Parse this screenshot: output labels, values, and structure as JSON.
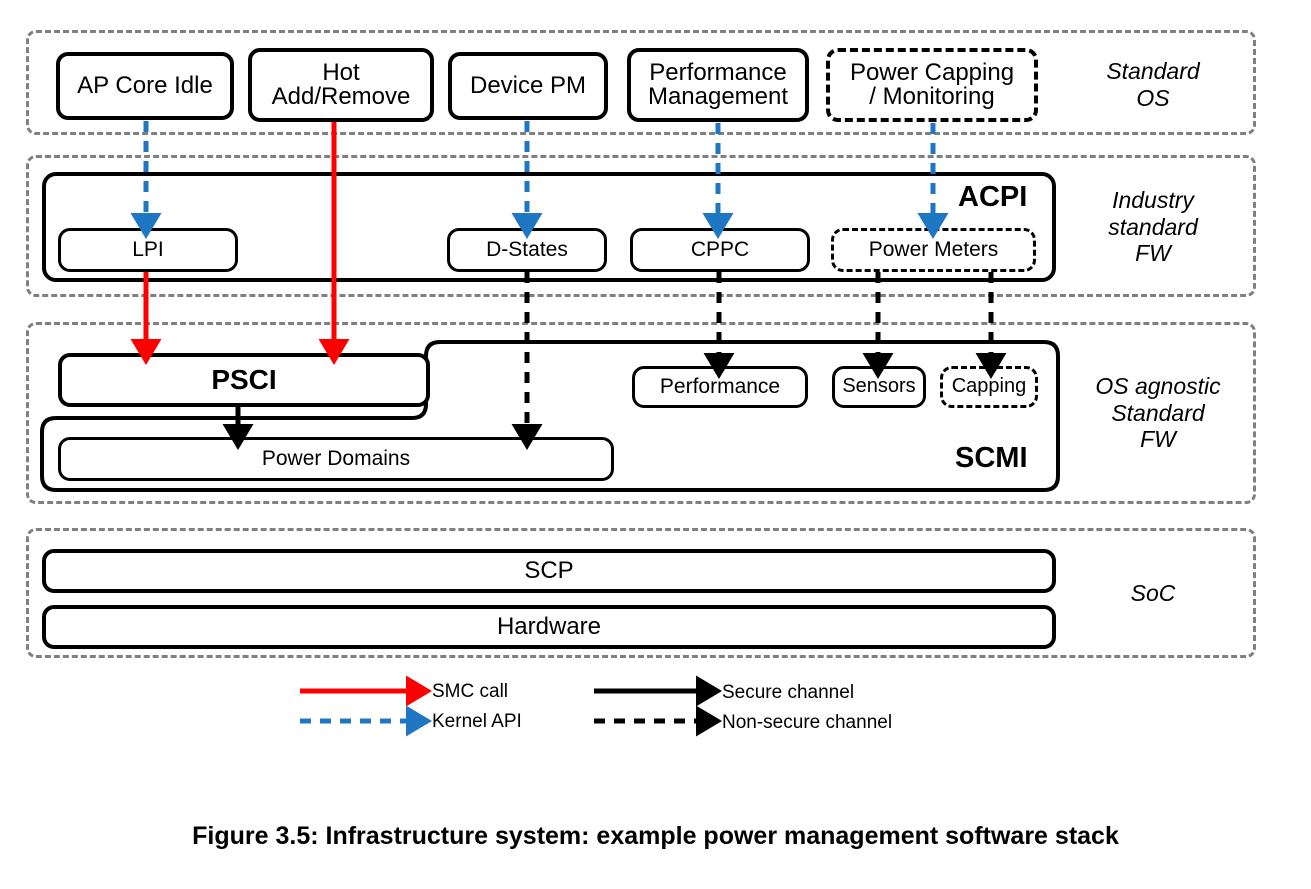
{
  "figure": {
    "caption": "Figure 3.5: Infrastructure system: example power management software stack"
  },
  "colors": {
    "smc_red": "#FF0000",
    "kernel_blue": "#1F77C4",
    "secure_black": "#000000",
    "band_grey": "#808080",
    "background": "#FFFFFF"
  },
  "bands": [
    {
      "id": "standard-os",
      "label": "Standard\nOS"
    },
    {
      "id": "industry-fw",
      "label": "Industry\nstandard\nFW"
    },
    {
      "id": "os-agnostic-fw",
      "label": "OS agnostic\nStandard\nFW"
    },
    {
      "id": "soc",
      "label": "SoC"
    }
  ],
  "band_labels": {
    "standard_os": [
      "Standard",
      "OS"
    ],
    "industry_fw": [
      "Industry",
      "standard",
      "FW"
    ],
    "os_agnostic_fw": [
      "OS agnostic",
      "Standard",
      "FW"
    ],
    "soc": [
      "SoC"
    ]
  },
  "os_layer": {
    "boxes": [
      {
        "id": "ap-core-idle",
        "label": "AP Core Idle",
        "style": "solid"
      },
      {
        "id": "hot-add-remove",
        "label": "Hot\nAdd/Remove",
        "style": "solid"
      },
      {
        "id": "device-pm",
        "label": "Device PM",
        "style": "solid"
      },
      {
        "id": "perf-mgmt",
        "label": "Performance\nManagement",
        "style": "solid"
      },
      {
        "id": "power-capping",
        "label": "Power Capping\n/ Monitoring",
        "style": "dashed"
      }
    ],
    "labels": {
      "ap_core_idle": "AP Core Idle",
      "hot_add_line1": "Hot",
      "hot_add_line2": "Add/Remove",
      "device_pm": "Device PM",
      "perf_mgmt_line1": "Performance",
      "perf_mgmt_line2": "Management",
      "power_capping_line1": "Power Capping",
      "power_capping_line2": "/ Monitoring"
    }
  },
  "acpi_layer": {
    "container_label": "ACPI",
    "boxes": [
      {
        "id": "lpi",
        "label": "LPI",
        "style": "solid"
      },
      {
        "id": "d-states",
        "label": "D-States",
        "style": "solid"
      },
      {
        "id": "cppc",
        "label": "CPPC",
        "style": "solid"
      },
      {
        "id": "power-meters",
        "label": "Power Meters",
        "style": "dashed"
      }
    ],
    "labels": {
      "lpi": "LPI",
      "d_states": "D-States",
      "cppc": "CPPC",
      "power_meters": "Power Meters"
    }
  },
  "scmi_layer": {
    "container_label": "SCMI",
    "boxes": [
      {
        "id": "psci",
        "label": "PSCI",
        "style": "solid-bold"
      },
      {
        "id": "power-domains",
        "label": "Power Domains",
        "style": "solid"
      },
      {
        "id": "performance",
        "label": "Performance",
        "style": "solid"
      },
      {
        "id": "sensors",
        "label": "Sensors",
        "style": "solid"
      },
      {
        "id": "capping",
        "label": "Capping",
        "style": "dashed"
      }
    ],
    "labels": {
      "psci": "PSCI",
      "power_domains": "Power Domains",
      "performance": "Performance",
      "sensors": "Sensors",
      "capping": "Capping"
    }
  },
  "soc_layer": {
    "boxes": [
      {
        "id": "scp",
        "label": "SCP"
      },
      {
        "id": "hardware",
        "label": "Hardware"
      }
    ],
    "labels": {
      "scp": "SCP",
      "hardware": "Hardware"
    }
  },
  "legend": {
    "items": [
      {
        "id": "smc-call",
        "label": "SMC call",
        "color": "#FF0000",
        "style": "solid"
      },
      {
        "id": "secure-channel",
        "label": "Secure channel",
        "color": "#000000",
        "style": "solid"
      },
      {
        "id": "kernel-api",
        "label": "Kernel API",
        "color": "#1F77C4",
        "style": "dashed"
      },
      {
        "id": "non-secure-channel",
        "label": "Non-secure channel",
        "color": "#000000",
        "style": "dashed"
      }
    ],
    "labels": {
      "smc_call": "SMC call",
      "kernel_api": "Kernel API",
      "secure_channel": "Secure channel",
      "non_secure_channel": "Non-secure channel"
    }
  },
  "connections": [
    {
      "from": "ap-core-idle",
      "to": "lpi",
      "type": "kernel-api"
    },
    {
      "from": "device-pm",
      "to": "d-states",
      "type": "kernel-api"
    },
    {
      "from": "perf-mgmt",
      "to": "cppc",
      "type": "kernel-api"
    },
    {
      "from": "power-capping",
      "to": "power-meters",
      "type": "kernel-api"
    },
    {
      "from": "lpi",
      "to": "psci",
      "type": "smc-call"
    },
    {
      "from": "hot-add-remove",
      "to": "psci",
      "type": "smc-call"
    },
    {
      "from": "psci",
      "to": "power-domains",
      "type": "secure-channel"
    },
    {
      "from": "d-states",
      "to": "power-domains",
      "type": "non-secure-channel"
    },
    {
      "from": "cppc",
      "to": "performance",
      "type": "non-secure-channel"
    },
    {
      "from": "power-meters",
      "to": "sensors",
      "type": "non-secure-channel"
    },
    {
      "from": "power-meters",
      "to": "capping",
      "type": "non-secure-channel"
    }
  ]
}
